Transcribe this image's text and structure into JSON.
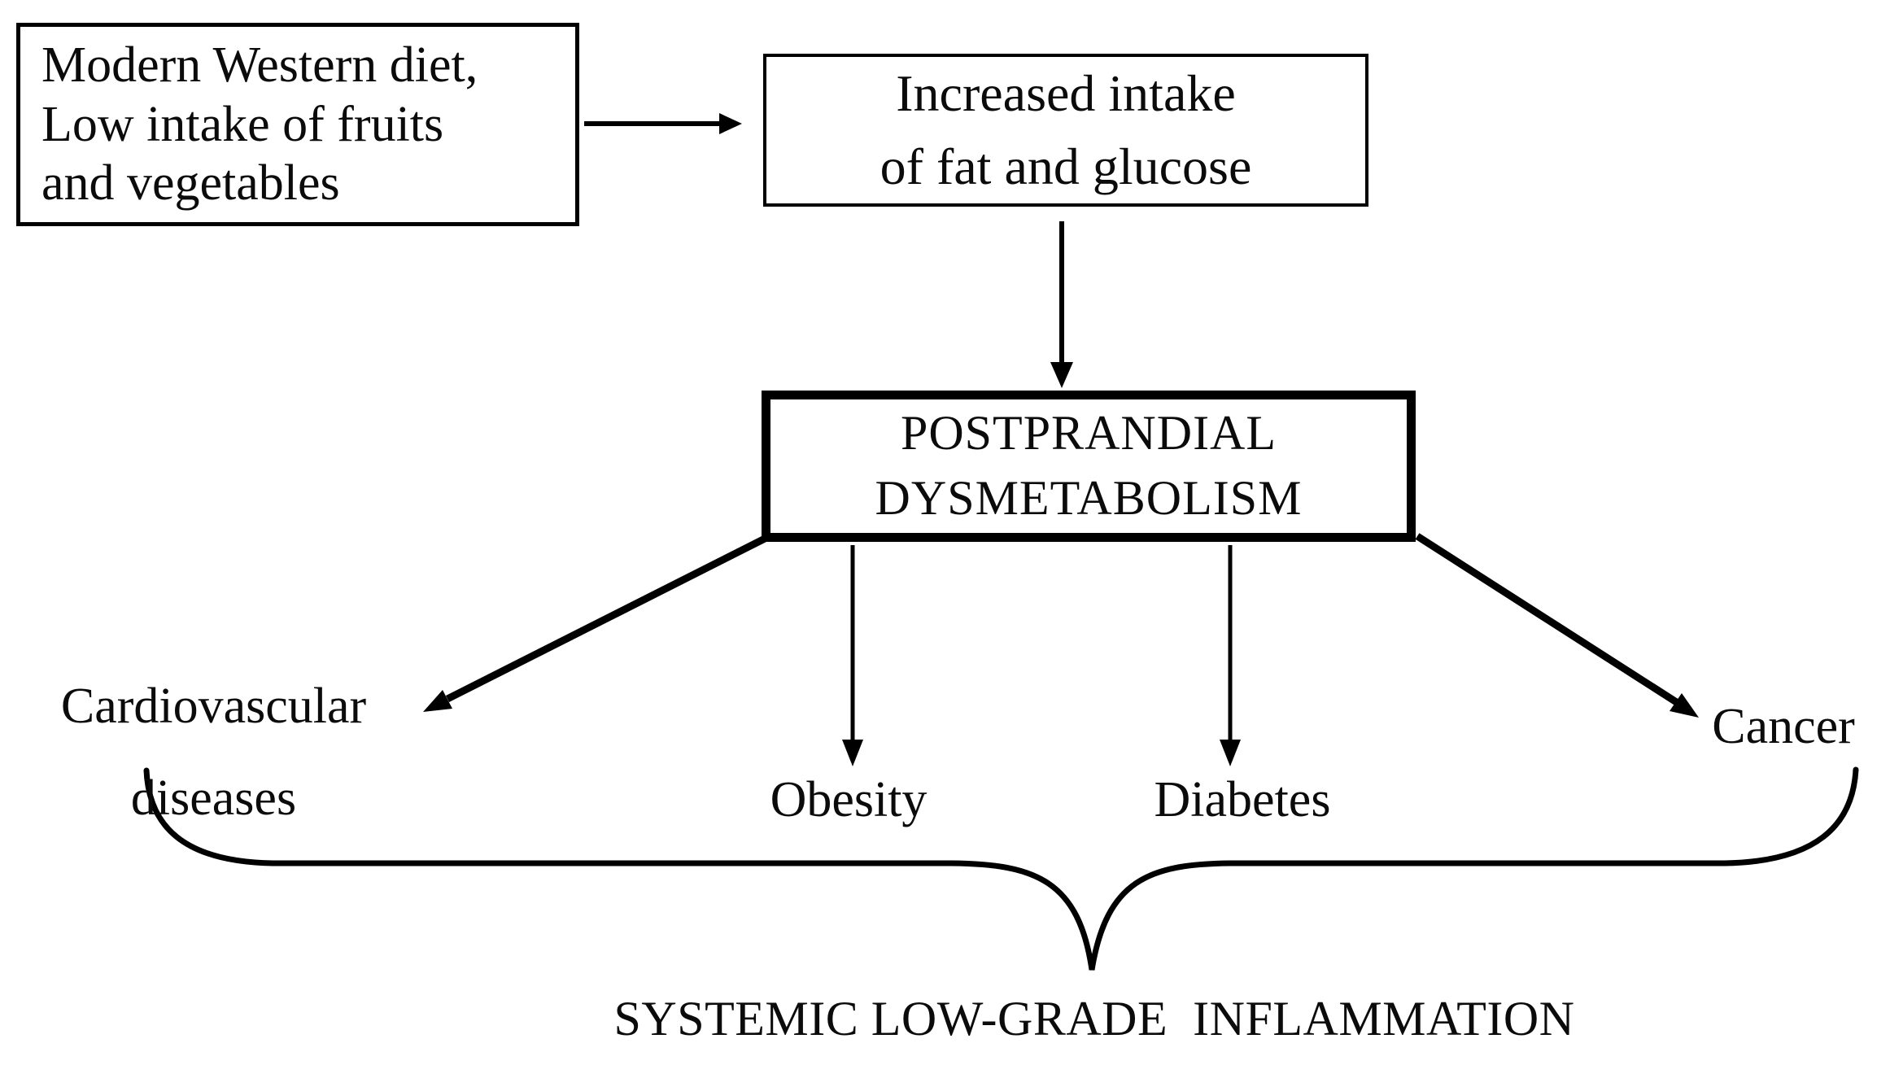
{
  "diagram": {
    "background_color": "#ffffff",
    "stroke_color": "#000000",
    "text_color": "#0b0b0b",
    "nodes": {
      "source": {
        "label": "Modern Western diet,\nLow intake of fruits\nand vegetables",
        "shape": "rect-thin-border"
      },
      "intake": {
        "label": "Increased intake\nof fat and glucose",
        "shape": "rect-thin-border"
      },
      "dysmetabolism": {
        "label": "POSTPRANDIAL\nDYSMETABOLISM",
        "shape": "rect-thick-border"
      },
      "cardiovascular": {
        "label": "Cardiovascular\ndiseases",
        "shape": "text"
      },
      "obesity": {
        "label": "Obesity",
        "shape": "text"
      },
      "diabetes": {
        "label": "Diabetes",
        "shape": "text"
      },
      "cancer": {
        "label": "Cancer",
        "shape": "text"
      },
      "inflammation": {
        "label": "SYSTEMIC LOW-GRADE  INFLAMMATION",
        "shape": "text"
      }
    },
    "edges": [
      {
        "from": "source",
        "to": "intake",
        "type": "arrow"
      },
      {
        "from": "intake",
        "to": "dysmetabolism",
        "type": "arrow"
      },
      {
        "from": "dysmetabolism",
        "to": "cardiovascular",
        "type": "arrow"
      },
      {
        "from": "dysmetabolism",
        "to": "obesity",
        "type": "arrow"
      },
      {
        "from": "dysmetabolism",
        "to": "diabetes",
        "type": "arrow"
      },
      {
        "from": "dysmetabolism",
        "to": "cancer",
        "type": "arrow"
      },
      {
        "from": "cardiovascular, obesity, diabetes, cancer",
        "to": "inflammation",
        "type": "curly-brace"
      }
    ]
  }
}
